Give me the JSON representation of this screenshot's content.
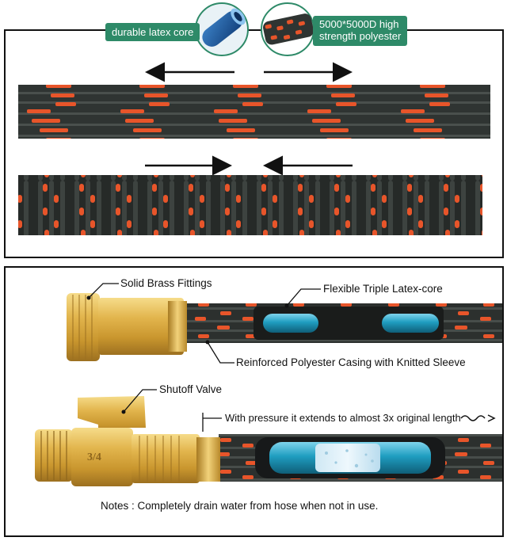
{
  "top_labels": {
    "latex_core": "durable latex core",
    "polyester_line1": "5000*5000D high",
    "polyester_line2": "strength polyester"
  },
  "callouts": {
    "brass_fittings": "Solid Brass Fittings",
    "latex_core": "Flexible Triple Latex-core",
    "casing": "Reinforced Polyester Casing with Knitted Sleeve",
    "shutoff_valve": "Shutoff Valve",
    "pressure": "With pressure it extends to almost 3x original length"
  },
  "valve_marking": "3/4",
  "notes": "Notes : Completely drain water from hose when not in use.",
  "colors": {
    "label_green": "#2e8a68",
    "hose_dark": "#2b2f2d",
    "hose_orange": "#e8552a",
    "brass": "#d4a73e",
    "latex_blue": "#1f9dc0"
  }
}
